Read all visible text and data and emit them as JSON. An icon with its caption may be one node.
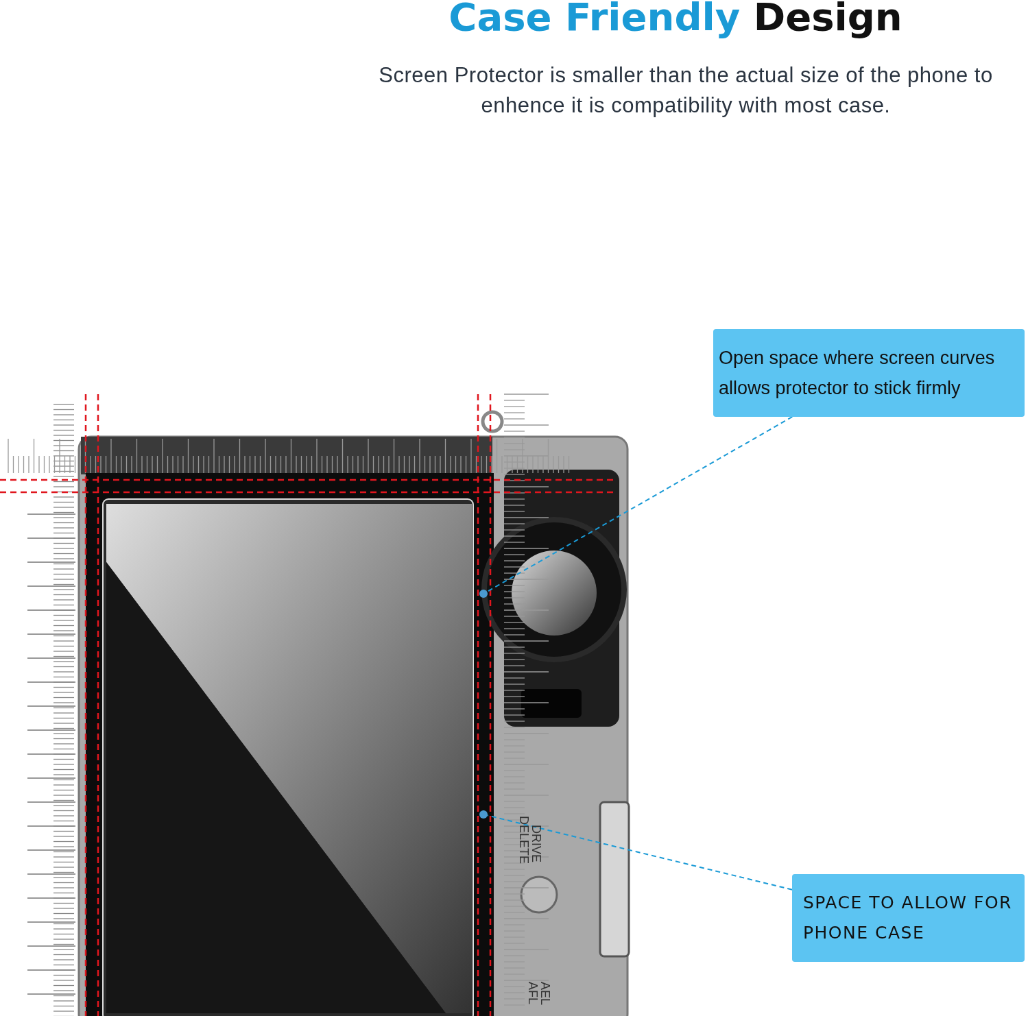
{
  "diagram": {
    "title": "Case Friendly Design",
    "nodes": [
      {
        "text": [
          "Open space where screen curves allows protector to stick firmly"
        ]
      },
      {
        "text": [],
        "shape": "circle"
      },
      {
        "text": [
          "SPACE TO ALLOW FOR PHONE CASE"
        ]
      },
      {
        "text": [],
        "shape": "circle"
      }
    ],
    "edges": [
      {
        "from": 0,
        "to": 1,
        "arrow": "none",
        "style": "dashed"
      },
      {
        "from": 2,
        "to": 3,
        "arrow": "none",
        "style": "dashed"
      }
    ],
    "labels": [
      "Screen Protector is smaller than the actual size of the phone to enhence it is compatibility with most case.",
      "DRIVE",
      "DELETE",
      "AEL",
      "AFL"
    ]
  }
}
